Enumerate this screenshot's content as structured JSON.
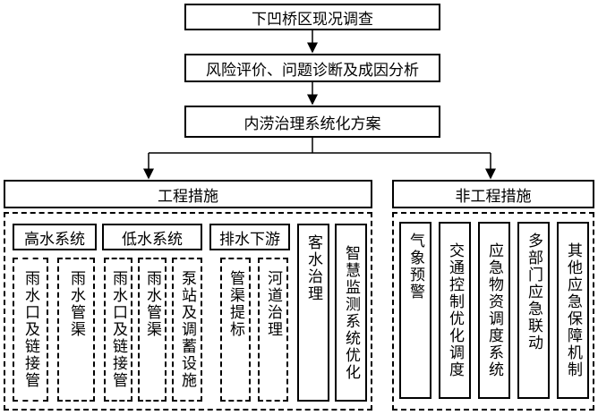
{
  "flow": {
    "step1": "下凹桥区现况调查",
    "step2": "风险评价、问题诊断及成因分析",
    "step3": "内涝治理系统化方案"
  },
  "engineering": {
    "title": "工程措施",
    "groups": {
      "high": {
        "label": "高水系统",
        "items": [
          "雨水口及链接管",
          "雨水管渠"
        ]
      },
      "low": {
        "label": "低水系统",
        "items": [
          "雨水口及链接管",
          "雨水管渠",
          "泵站及调蓄设施"
        ]
      },
      "downstream": {
        "label": "排水下游",
        "items": [
          "管渠提标",
          "河道治理"
        ]
      },
      "single": [
        "客水治理",
        "智慧监测系统优化"
      ]
    }
  },
  "non_engineering": {
    "title": "非工程措施",
    "items": [
      "气象预警",
      "交通控制优化调度",
      "应急物资调度系统",
      "多部门应急联动",
      "其他应急保障机制"
    ]
  }
}
